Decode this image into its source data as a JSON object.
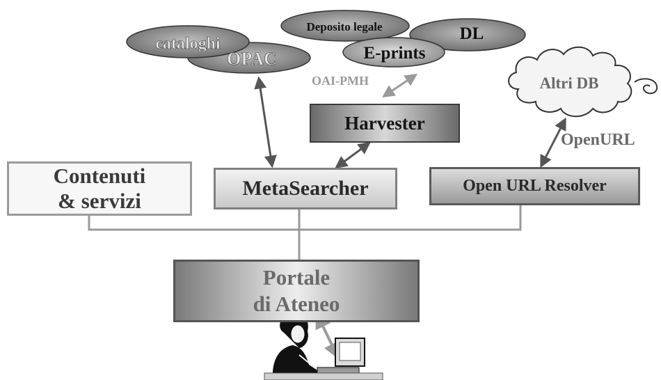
{
  "clouds": {
    "cataloghi": "cataloghi",
    "opac": "OPAC",
    "deposito": "Deposito legale",
    "dl": "DL",
    "eprints": "E-prints",
    "altri_db": "Altri DB"
  },
  "labels": {
    "oai_pmh": "OAI-PMH",
    "openurl": "OpenURL"
  },
  "boxes": {
    "contenuti_line1": "Contenuti",
    "contenuti_line2": "& servizi",
    "metasearcher": "MetaSearcher",
    "harvester": "Harvester",
    "resolver": "Open URL Resolver",
    "portale_line1": "Portale",
    "portale_line2": "di Ateneo"
  }
}
